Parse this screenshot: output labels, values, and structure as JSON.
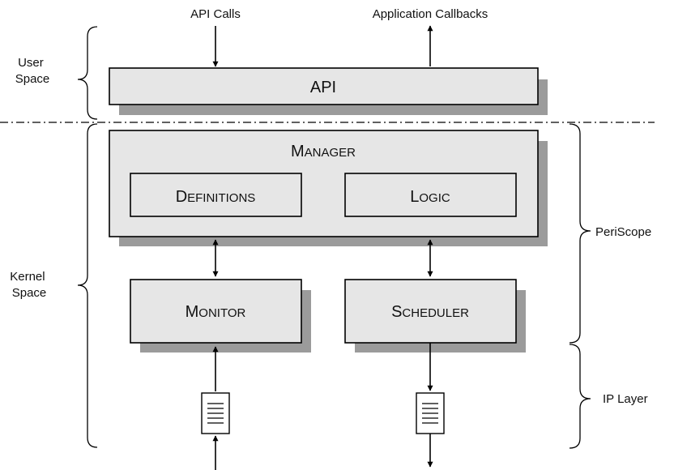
{
  "diagram": {
    "top_labels": {
      "api_calls": "API Calls",
      "application_callbacks": "Application Callbacks"
    },
    "side_labels": {
      "user_space": [
        "User",
        "Space"
      ],
      "kernel_space": [
        "Kernel",
        "Space"
      ],
      "periscope": "PeriScope",
      "ip_layer": "IP Layer"
    },
    "boxes": {
      "api": "API",
      "manager": {
        "first": "M",
        "rest": "ANAGER"
      },
      "definitions": {
        "first": "D",
        "rest": "EFINITIONS"
      },
      "logic": {
        "first": "L",
        "rest": "OGIC"
      },
      "monitor": {
        "first": "M",
        "rest": "ONITOR"
      },
      "scheduler": {
        "first": "S",
        "rest": "CHEDULER"
      }
    },
    "colors": {
      "box_fill": "#e6e6e6",
      "shadow": "#9b9b9b",
      "stroke": "#000000"
    }
  }
}
